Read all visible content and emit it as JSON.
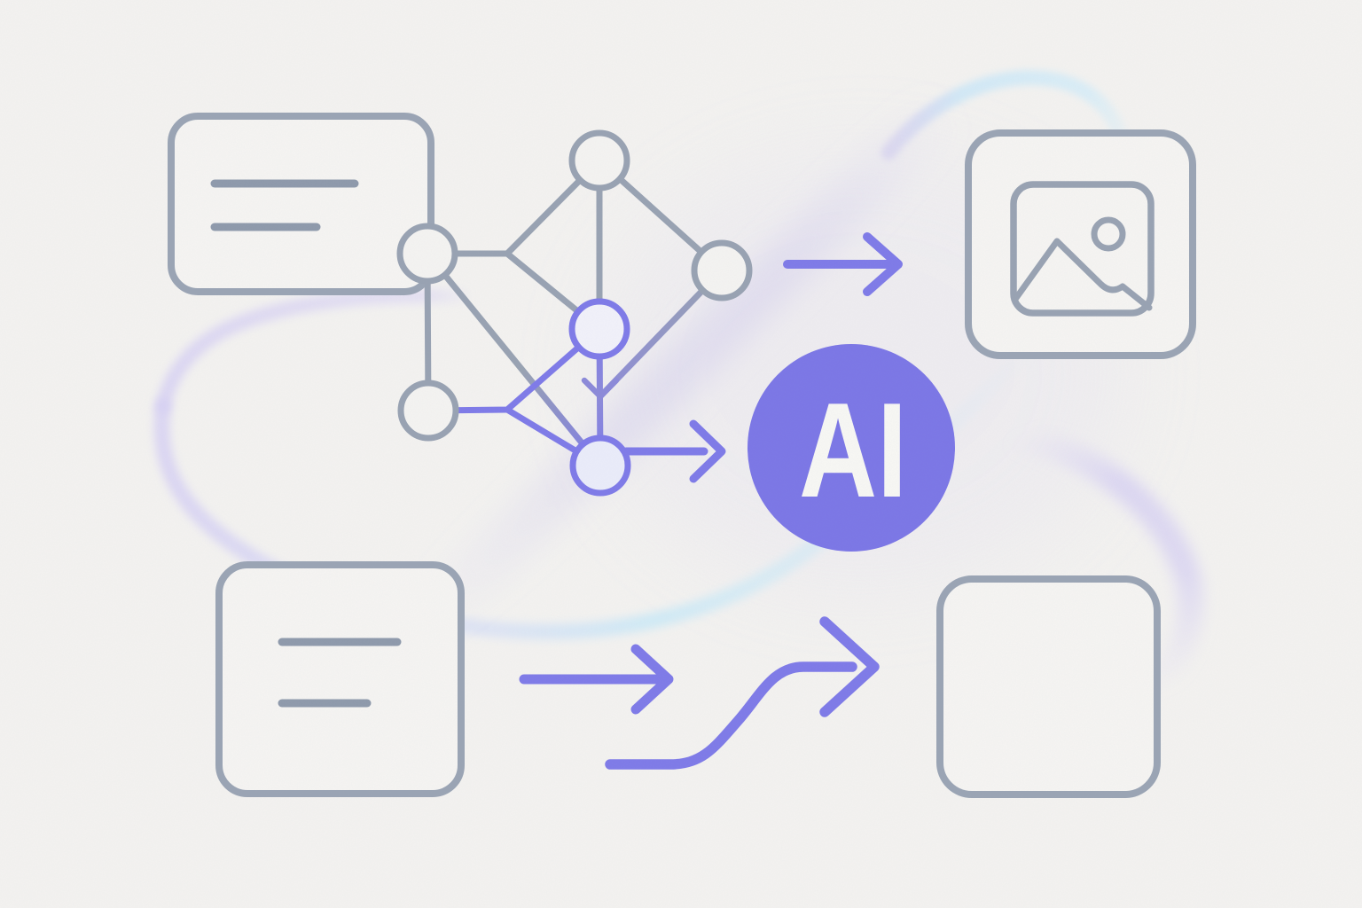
{
  "illustration": {
    "description": "Decorative diagram: two document cards flow through a neural network into an AI badge, producing an image card and a blank output card",
    "ai_badge": {
      "label": "AI",
      "fill": "#7b76e6",
      "text_color": "#f7f7f4"
    },
    "parts": {
      "input_document_top": "document card with two text lines",
      "input_document_bottom": "document card with two text lines",
      "neural_network": "six-node network graph, lower nodes highlighted purple",
      "output_image_card": "card containing image/picture icon (mountain and sun)",
      "output_blank_card": "empty rounded card",
      "arrows": [
        "arrow network to AI badge",
        "arrow network to image card",
        "straight arrow bottom",
        "s-curve arrow bottom"
      ]
    },
    "colors": {
      "background": "#f3f2f0",
      "card_fill": "#f5f4f2",
      "card_outline": "#9aa4b4",
      "outline_gray": "#98a2b2",
      "accent_purple": "#7e7ae8",
      "node_purple_fill": "#eceefb",
      "badge_purple": "#7b76e6",
      "ribbon_lavender": "#d8d2f4",
      "ribbon_cyan": "#cdeaf7"
    }
  }
}
